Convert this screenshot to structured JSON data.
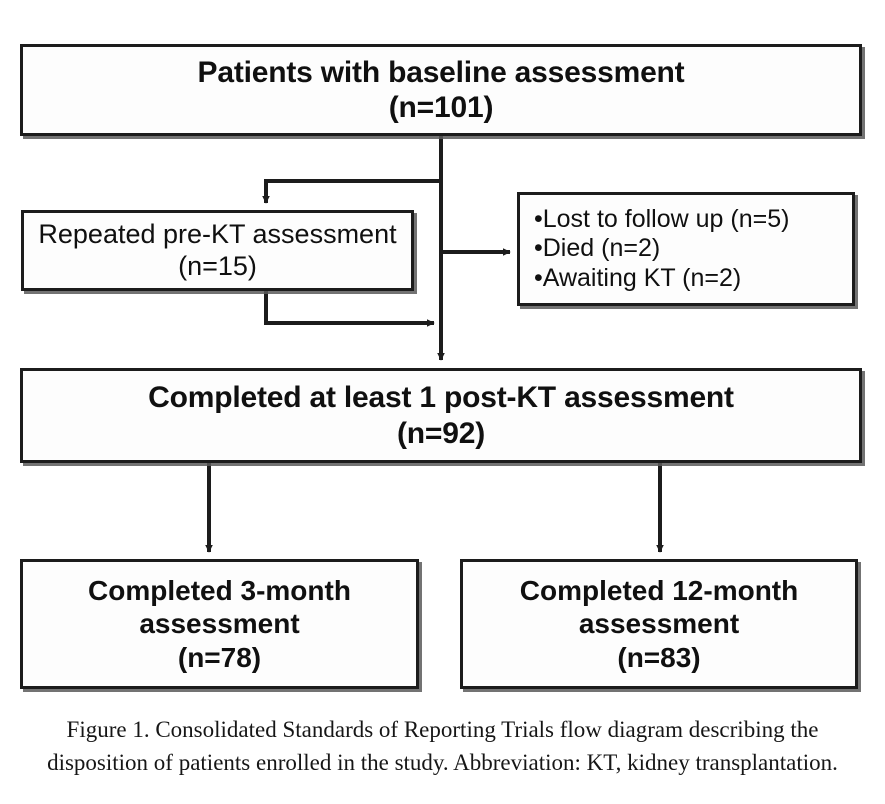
{
  "figure": {
    "type": "consort-flow-diagram",
    "boxes": {
      "baseline": {
        "line1": "Patients with baseline assessment",
        "line2": "(n=101)",
        "n": 101
      },
      "repeated_pre_kt": {
        "line1": "Repeated pre-KT assessment",
        "line2": "(n=15)",
        "n": 15
      },
      "excluded": {
        "bullet1": "•Lost to follow up (n=5)",
        "bullet2": "•Died (n=2)",
        "bullet3": "•Awaiting KT (n=2)",
        "lost_to_follow_up_n": 5,
        "died_n": 2,
        "awaiting_kt_n": 2
      },
      "post_kt": {
        "line1": "Completed at least 1 post-KT assessment",
        "line2": "(n=92)",
        "n": 92
      },
      "three_month": {
        "line1": "Completed 3-month",
        "line2": "assessment",
        "line3": "(n=78)",
        "n": 78
      },
      "twelve_month": {
        "line1": "Completed 12-month",
        "line2": "assessment",
        "line3": "(n=83)",
        "n": 83
      }
    },
    "caption": {
      "line1": "Figure 1. Consolidated Standards of Reporting Trials flow diagram describing the",
      "line2": "disposition of patients enrolled in the study. Abbreviation: KT, kidney transplantation."
    },
    "colors": {
      "border": "#1c1c1c",
      "box_fill": "#fdfdfd",
      "connector": "#1c1c1c",
      "shadow": "#5a5a5a",
      "text": "#101010",
      "background": "#ffffff"
    }
  }
}
